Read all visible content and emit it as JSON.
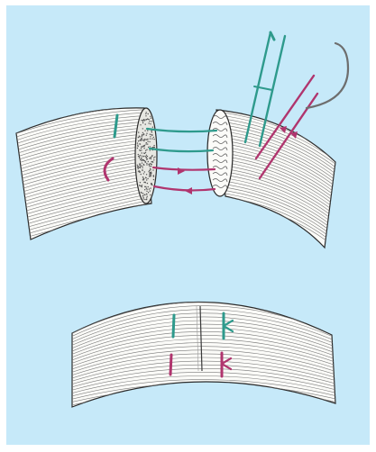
{
  "figure": {
    "background_color": "#ffffff",
    "panel_color": "#c6e9f9",
    "tissue_fill": "#fbfbf8",
    "line_color": "#2a2a2a",
    "suture_teal": "#2e9a8c",
    "suture_magenta": "#b0356e",
    "upper_panel": {
      "parts": [
        "nerve-stump-left",
        "nerve-stump-right",
        "teal-suture-strands",
        "magenta-suture-strands",
        "forceps",
        "curved-needle"
      ]
    },
    "lower_panel": {
      "parts": [
        "joined-nerve",
        "tied-teal-sutures",
        "tied-magenta-sutures"
      ]
    }
  }
}
